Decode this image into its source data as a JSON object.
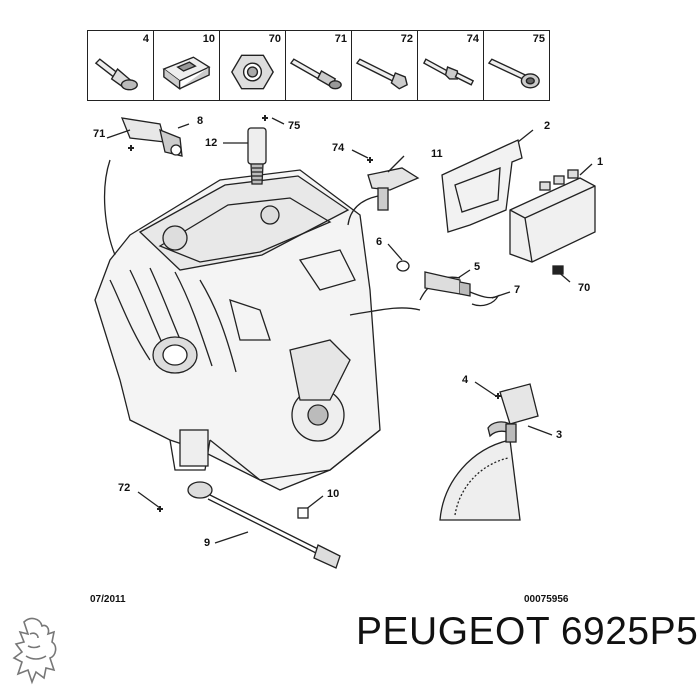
{
  "legend": [
    {
      "number": "4",
      "icon": "bolt-flanged-icon"
    },
    {
      "number": "10",
      "icon": "clip-nut-icon"
    },
    {
      "number": "70",
      "icon": "hex-nut-icon"
    },
    {
      "number": "71",
      "icon": "bolt-long-icon"
    },
    {
      "number": "72",
      "icon": "bolt-hex-icon"
    },
    {
      "number": "74",
      "icon": "stud-bolt-icon"
    },
    {
      "number": "75",
      "icon": "socket-bolt-icon"
    }
  ],
  "callouts": {
    "c1": "1",
    "c2": "2",
    "c3": "3",
    "c4": "4",
    "c5": "5",
    "c6": "6",
    "c7": "7",
    "c8": "8",
    "c9": "9",
    "c10": "10",
    "c11": "11",
    "c12": "12",
    "c70": "70",
    "c71": "71",
    "c72": "72",
    "c74": "74",
    "c75": "75"
  },
  "footer": {
    "date": "07/2011",
    "reference": "00075956"
  },
  "brand": {
    "name": "PEUGEOT 6925P5"
  }
}
